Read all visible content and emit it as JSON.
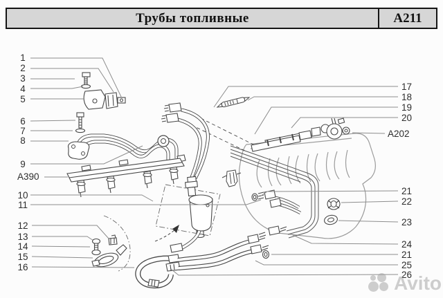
{
  "header": {
    "title": "Трубы топливные",
    "code": "A211"
  },
  "callouts": {
    "left": [
      "1",
      "2",
      "3",
      "4",
      "5",
      "6",
      "7",
      "8",
      "9",
      "A390",
      "10",
      "11",
      "12",
      "13",
      "14",
      "15",
      "16"
    ],
    "right": [
      "17",
      "18",
      "19",
      "20",
      "A202",
      "21",
      "22",
      "23",
      "24",
      "21",
      "25",
      "26"
    ]
  },
  "watermark": {
    "text": "Avito",
    "logo": "avito-circles-logo"
  },
  "colors": {
    "page_bg": "#fcfcfc",
    "header_bg": "#d6d6d6",
    "border": "#141414",
    "part_line": "#474747",
    "manifold_line": "#9b9b9b",
    "leader_line": "#8d8d8d",
    "number_text": "#2d2d2d",
    "watermark_gray": "#9f9f9f"
  }
}
